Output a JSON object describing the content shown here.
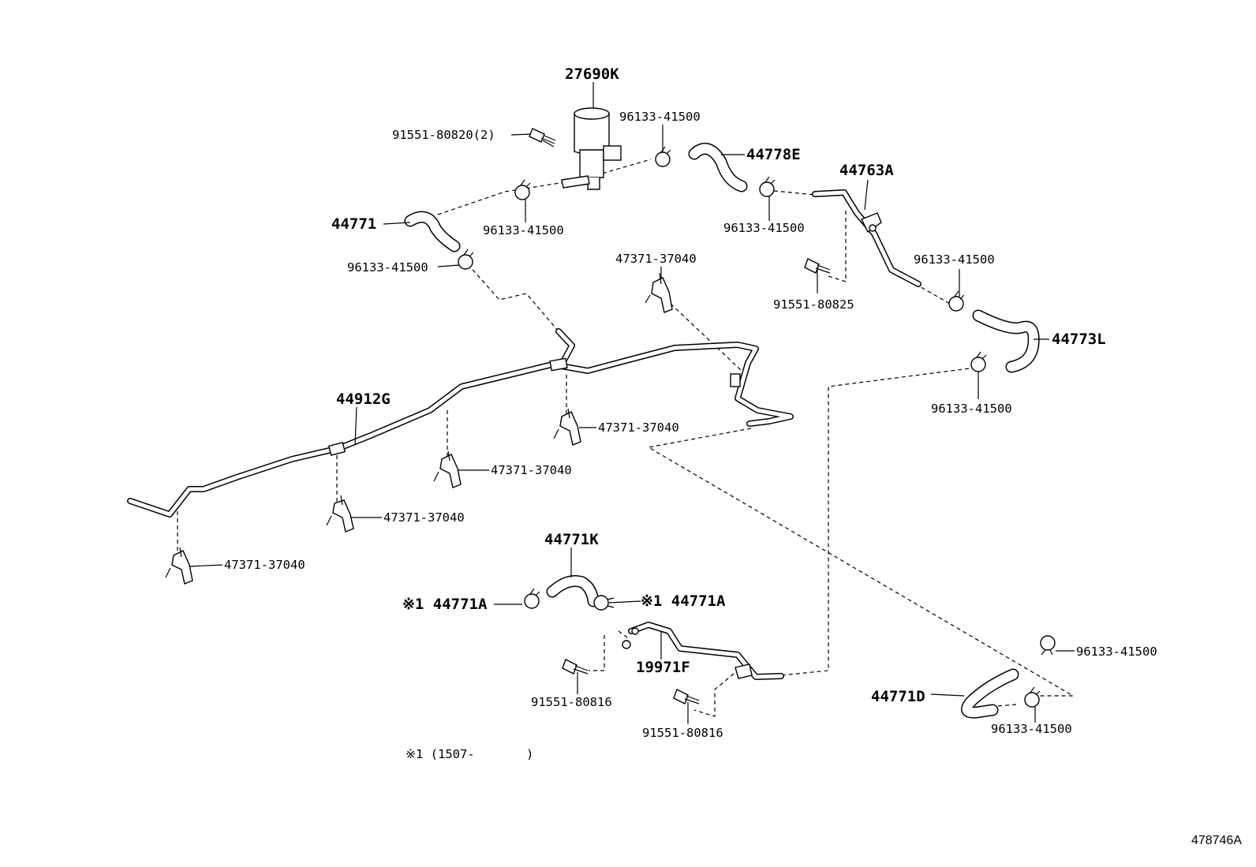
{
  "diagram": {
    "labels": {
      "l1": "27690K",
      "l2": "91551-80820(2)",
      "l3": "96133-41500",
      "l4": "44778E",
      "l5": "44763A",
      "l6": "44771",
      "l7": "96133-41500",
      "l8": "96133-41500",
      "l9": "96133-41500",
      "l10": "47371-37040",
      "l11": "91551-80825",
      "l12": "96133-41500",
      "l13": "44773L",
      "l14": "96133-41500",
      "l15": "44912G",
      "l16": "47371-37040",
      "l17": "47371-37040",
      "l18": "47371-37040",
      "l19": "47371-37040",
      "l20": "44771K",
      "l21": "※1 44771A",
      "l22": "※1 44771A",
      "l23": "19971F",
      "l24": "91551-80816",
      "l25": "91551-80816",
      "l26": "96133-41500",
      "l27": "44771D",
      "l28": "96133-41500",
      "l29": "※1 (1507-       )"
    },
    "ref_code": "478746A"
  }
}
